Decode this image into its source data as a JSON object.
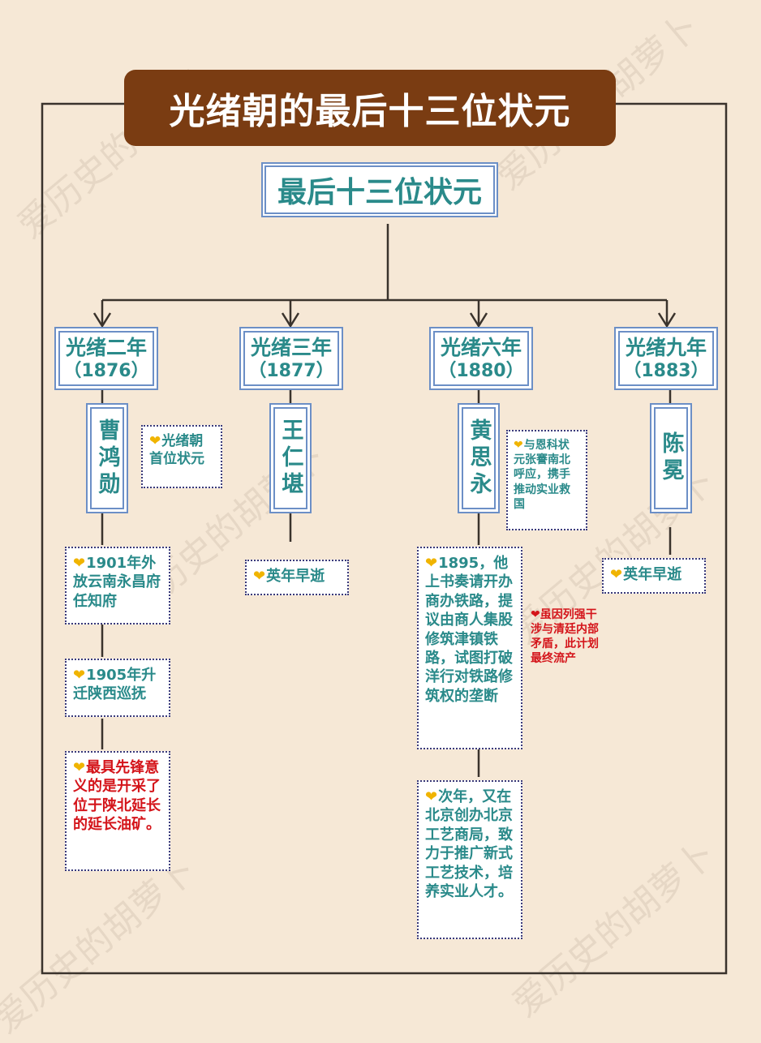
{
  "title": "光绪朝的最后十三位状元",
  "root": "最后十三位状元",
  "watermark": "爱历史的胡萝卜",
  "colors": {
    "background": "#f6e8d6",
    "banner": "#7a3c12",
    "box_border": "#6c8fc6",
    "teal_text": "#2a8a8a",
    "red_text": "#d4141a",
    "heart": "#f0b400",
    "line": "#3a332c"
  },
  "columns": [
    {
      "year": "光绪二年",
      "year_num": "（1876）",
      "name": "曹鸿勋",
      "side_note": "光绪朝首位状元",
      "notes": [
        {
          "text": "1901年外放云南永昌府任知府",
          "style": "teal"
        },
        {
          "text": "1905年升迁陕西巡抚",
          "style": "teal"
        },
        {
          "text": "最具先锋意义的是开采了位于陕北延长的延长油矿。",
          "style": "red"
        }
      ]
    },
    {
      "year": "光绪三年",
      "year_num": "（1877）",
      "name": "王仁堪",
      "notes": [
        {
          "text": "英年早逝",
          "style": "teal"
        }
      ]
    },
    {
      "year": "光绪六年",
      "year_num": "（1880）",
      "name": "黄思永",
      "side_note": "与恩科状元张謇南北呼应，携手推动实业救国",
      "notes": [
        {
          "text": "1895，他上书奏请开办商办铁路，提议由商人集股修筑津镇铁路，试图打破洋行对铁路修筑权的垄断",
          "style": "teal"
        },
        {
          "text": "次年，又在北京创办北京工艺商局，致力于推广新式工艺技术，培养实业人才。",
          "style": "teal"
        }
      ],
      "red_aside": "虽因列强干涉与清廷内部矛盾，此计划最终流产"
    },
    {
      "year": "光绪九年",
      "year_num": "（1883）",
      "name": "陈冕",
      "notes": [
        {
          "text": "英年早逝",
          "style": "teal"
        }
      ]
    }
  ],
  "icons": {
    "bullet": "heart-icon",
    "connector": "arrow-down-icon"
  }
}
